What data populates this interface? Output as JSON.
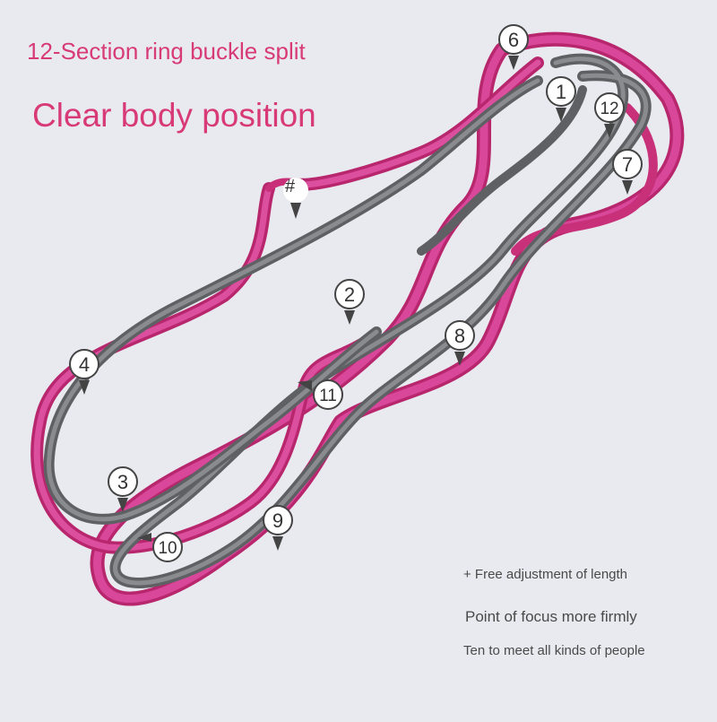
{
  "headline": {
    "line1": "12-Section ring buckle split",
    "line2": "Clear body position"
  },
  "features": [
    "+ Free adjustment of length",
    "Point of focus more firmly",
    "Ten to meet all kinds of people"
  ],
  "markers": [
    "1",
    "2",
    "3",
    "4",
    "6",
    "7",
    "8",
    "9",
    "10",
    "11",
    "12",
    "#"
  ],
  "colors": {
    "background": "#e9eaef",
    "strap_outer": "#c8307a",
    "strap_inner": "#6f6f72",
    "headline_text": "#d83a78"
  },
  "icons": [
    "pin-marker-icon"
  ]
}
